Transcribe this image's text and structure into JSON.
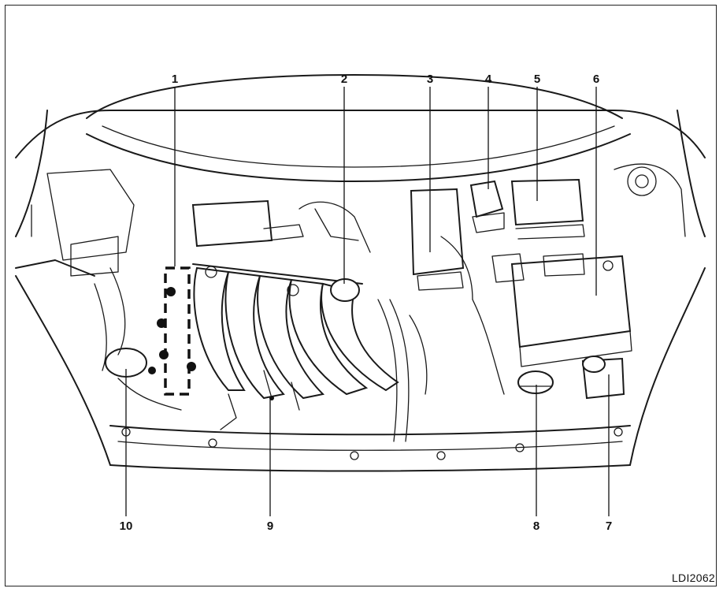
{
  "callouts": {
    "c1": "1",
    "c2": "2",
    "c3": "3",
    "c4": "4",
    "c5": "5",
    "c6": "6",
    "c7": "7",
    "c8": "8",
    "c9": "9",
    "c10": "10"
  },
  "figure_id": "LDI2062"
}
